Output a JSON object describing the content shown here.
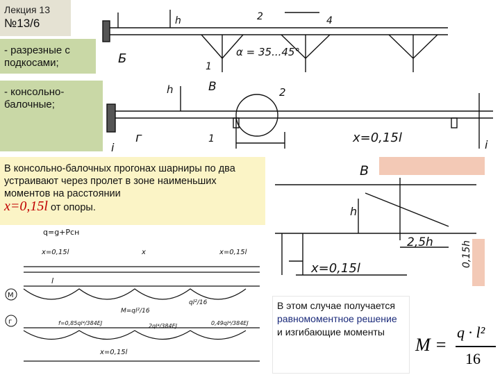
{
  "lecture": {
    "title": "Лекция 13",
    "number": "№13/6"
  },
  "labels": {
    "split": "- разрезные с подкосами;",
    "cantilever": "- консольно-балочные;"
  },
  "note": {
    "text": "В консольно-балочных прогонах шарниры по два устраивают через пролет в зоне наименьших моментов на расстоянии",
    "formula": "x=0,15l",
    "tail": "от опоры."
  },
  "result": {
    "line1": "В этом случае получается",
    "highlight": "равномоментное решение",
    "line2": "и изгибающие моменты"
  },
  "moment_formula": {
    "lhs": "M =",
    "numerator": "q · l²",
    "denominator": "16"
  },
  "diagram1": {
    "h": "h",
    "n2": "2",
    "n4": "4",
    "angle": "α = 35...45°",
    "b": "Б",
    "n1": "1"
  },
  "diagram2": {
    "h": "h",
    "b": "В",
    "n2": "2",
    "n1": "1",
    "g": "г",
    "x": "x=0,15l",
    "i1": "i",
    "i2": "i"
  },
  "detail": {
    "b": "В",
    "h": "h",
    "d1": "2,5h",
    "x": "x=0,15l",
    "d2": "0,15h"
  },
  "schemes": {
    "load": "q=g+Pсн",
    "x1": "x=0,15l",
    "x2": "x=0,15l",
    "xs": "x",
    "l": "l",
    "m_label": "M",
    "g_label": "г",
    "m_val1": "M=ql²/16",
    "m_val2": "ql²/16",
    "f1": "f=0,85ql⁴/384EJ",
    "f2": "2ql⁴/384EJ",
    "f3": "0,49ql⁴/384EJ",
    "x3": "x=0,15l"
  }
}
